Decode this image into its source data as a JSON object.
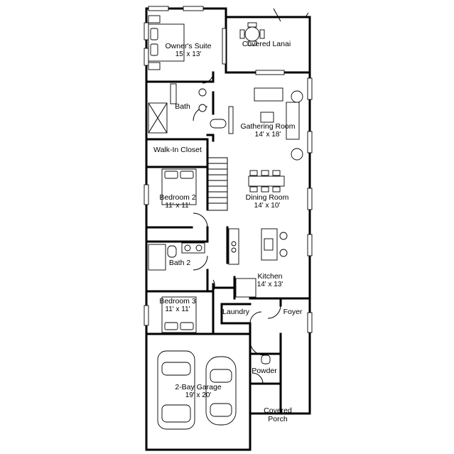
{
  "rooms": {
    "owners_suite": {
      "name": "Owner's Suite",
      "size": "15' x 13'"
    },
    "covered_lanai": {
      "name": "Covered Lanai"
    },
    "bath": {
      "name": "Bath"
    },
    "walk_in_closet": {
      "name": "Walk-In Closet"
    },
    "gathering_room": {
      "name": "Gathering Room",
      "size": "14' x 18'"
    },
    "bedroom_2": {
      "name": "Bedroom 2",
      "size": "11' x 11'"
    },
    "dining_room": {
      "name": "Dining Room",
      "size": "14' x 10'"
    },
    "bath_2": {
      "name": "Bath 2"
    },
    "kitchen": {
      "name": "Kitchen",
      "size": "14' x 13'"
    },
    "bedroom_3": {
      "name": "Bedroom 3",
      "size": "11' x 11'"
    },
    "laundry": {
      "name": "Laundry"
    },
    "foyer": {
      "name": "Foyer"
    },
    "powder": {
      "name": "Powder"
    },
    "garage": {
      "name": "2-Bay Garage",
      "size": "19' x 20'"
    },
    "covered_porch": {
      "name": "Covered\nPorch"
    }
  }
}
